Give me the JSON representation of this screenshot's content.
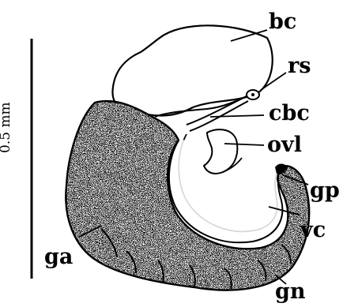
{
  "scale_bar": {
    "label": "0.5 mm"
  },
  "labels": {
    "bc": "bc",
    "rs": "rs",
    "cbc": "cbc",
    "ovl": "ovl",
    "gp": "gp",
    "vc": "vc",
    "ga": "ga",
    "gn": "gn"
  },
  "colors": {
    "ink": "#000000",
    "paper": "#ffffff"
  }
}
